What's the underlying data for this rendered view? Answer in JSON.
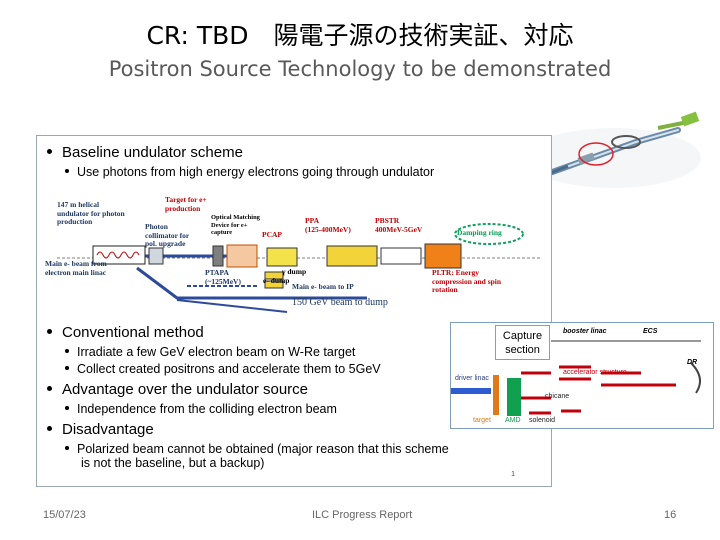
{
  "title": "CR: TBD　陽電子源の技術実証、対応",
  "subtitle": "Positron Source Technology to be demonstrated",
  "bullets": {
    "b1": "Baseline undulator scheme",
    "b1_1": "Use photons from high energy electrons going through undulator",
    "b2": "Conventional method",
    "b2_1": "Irradiate a few GeV electron beam on W-Re target",
    "b2_2": "Collect created positrons and accelerate them to 5GeV",
    "b3": "Advantage over the undulator source",
    "b3_1": "Independence from the colliding electron beam",
    "b4": "Disadvantage",
    "b4_1a": "Polarized beam cannot be obtained (major reason that this scheme",
    "b4_1b": "is not the baseline, but a backup)"
  },
  "undulator_diagram": {
    "helical_1": "147 m helical",
    "helical_2": "undulator for photon",
    "helical_3": "production",
    "target_1": "Target for e+",
    "target_2": "production",
    "omd_1": "Optical Matching",
    "omd_2": "Device for e+",
    "omd_3": "capture",
    "photon_1": "Photon",
    "photon_2": "collimator for",
    "photon_3": "pol. upgrade",
    "pcap": "PCAP",
    "ppa_1": "PPA",
    "ppa_2": "(125-400MeV)",
    "pbstr_1": "PBSTR",
    "pbstr_2": "400MeV-5GeV",
    "damping_ring": "Damping ring",
    "main_e_1": "Main e- beam from",
    "main_e_2": "electron main linac",
    "ptapa_1": "PTAPA",
    "ptapa_2": "(~125MeV)",
    "gamma_dump": "γ dump",
    "e_dump": "e- dump",
    "main_e_ip": "Main e- beam to IP",
    "pltr_1": "PLTR: Energy",
    "pltr_2": "compression and spin",
    "pltr_3": "rotation",
    "beam_dump": "150 GeV beam to dump",
    "page_number": "1"
  },
  "capture_section": {
    "label_1": "Capture",
    "label_2": "section",
    "booster_linac": "booster linac",
    "ecs": "ECS",
    "dr": "DR",
    "driver_linac": "driver linac",
    "accelerator_structure": "accelerator structure",
    "chicane": "chicane",
    "target": "target",
    "amd": "AMD",
    "solenoid": "solenoid"
  },
  "footer": {
    "date": "15/07/23",
    "center": "ILC Progress Report",
    "page": "16"
  }
}
